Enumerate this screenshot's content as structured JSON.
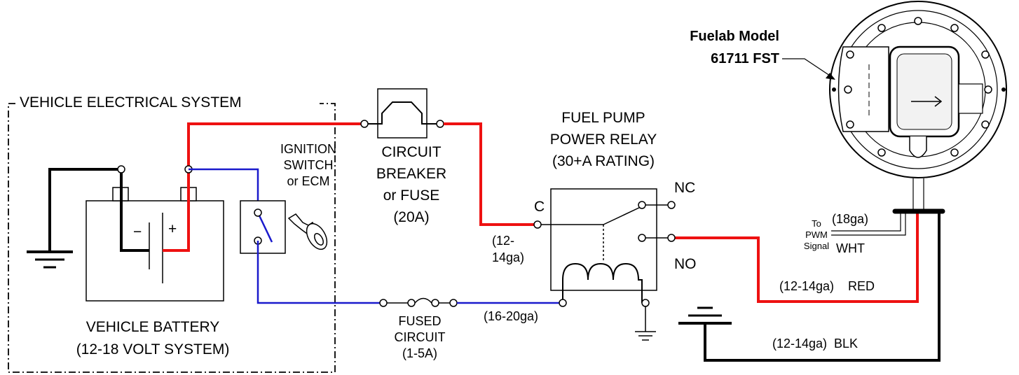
{
  "labels": {
    "vehicle_system": "VEHICLE ELECTRICAL SYSTEM",
    "ignition_1": "IGNITION",
    "ignition_2": "SWITCH",
    "ignition_3": "or ECM",
    "breaker_1": "CIRCUIT",
    "breaker_2": "BREAKER",
    "breaker_3": "or FUSE",
    "breaker_4": "(20A)",
    "relay_1": "FUEL PUMP",
    "relay_2": "POWER RELAY",
    "relay_3": "(30+A RATING)",
    "relay_nc": "NC",
    "relay_no": "NO",
    "relay_c": "C",
    "gauge_c_1": "(12-",
    "gauge_c_2": "14ga)",
    "battery_1": "VEHICLE BATTERY",
    "battery_2": "(12-18 VOLT SYSTEM)",
    "battery_minus": "−",
    "battery_plus": "+",
    "fused_1": "FUSED",
    "fused_2": "CIRCUIT",
    "fused_3": "(1-5A)",
    "gauge_coil": "(16-20ga)",
    "pump_1": "Fuelab Model",
    "pump_2": "61711 FST",
    "to_1": "To",
    "to_2": "PWM",
    "to_3": "Signal",
    "gauge_signal": "(18ga)",
    "wht": "WHT",
    "gauge_red": "(12-14ga)",
    "red": "RED",
    "gauge_blk": "(12-14ga)",
    "blk": "BLK"
  },
  "colors": {
    "red_wire": "#ee1111",
    "blue_wire": "#1a1acc",
    "black_wire": "#000000"
  }
}
